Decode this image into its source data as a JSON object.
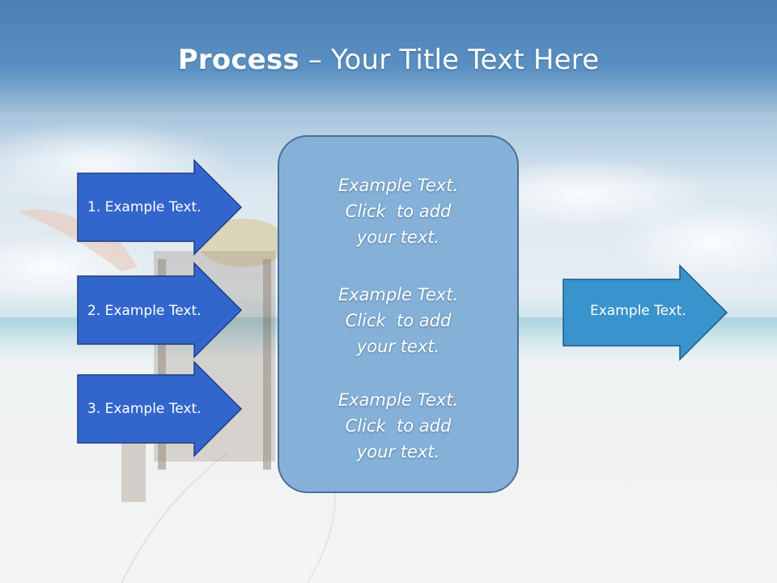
{
  "slide": {
    "title_bold": "Process",
    "title_rest": " – Your Title Text Here",
    "left_arrows": [
      {
        "label": "1. Example Text."
      },
      {
        "label": "2. Example Text."
      },
      {
        "label": "3. Example Text."
      }
    ],
    "center_box": {
      "paragraphs": [
        {
          "lines": [
            "Example Text.",
            "Click  to add",
            "your text."
          ]
        },
        {
          "lines": [
            "Example Text.",
            "Click  to add",
            "your text."
          ]
        },
        {
          "lines": [
            "Example Text.",
            "Click  to add",
            "your text."
          ]
        }
      ]
    },
    "right_arrow": {
      "label": "Example Text."
    }
  },
  "colors": {
    "left_arrow_fill": "#3366cc",
    "left_arrow_stroke": "#1f3f86",
    "center_box_fill": "#85b1d9",
    "center_box_stroke": "#4b6f98",
    "right_arrow_fill": "#3993cc",
    "right_arrow_stroke": "#1e5a86",
    "sky_top": "#4e86b8",
    "sand": "#f3f4f4"
  }
}
